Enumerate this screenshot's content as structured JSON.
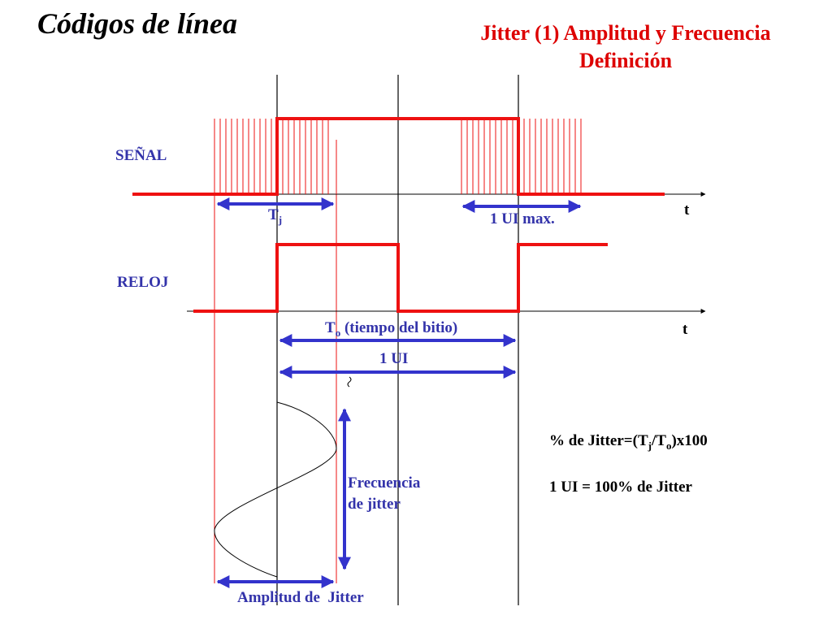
{
  "header": {
    "title": "Códigos de línea",
    "subtitle_line1": "Jitter (1)  Amplitud y Frecuencia",
    "subtitle_line2": "Definición"
  },
  "diagram": {
    "signal_label": "SEÑAL",
    "clock_label": "RELOJ",
    "time_axis_label": "t",
    "tj_main": "T",
    "tj_sub": "j",
    "ui_max_label": "1 UI max.",
    "to_main": "T",
    "to_sub": "o",
    "to_rest": " (tiempo del bitio)",
    "one_ui_label": "1 UI",
    "freq_line1": "Frecuencia",
    "freq_line2": "de jitter",
    "amplitude_label": "Amplitud de  Jitter"
  },
  "formulas": {
    "f1_a": "% de Jitter=(T",
    "f1_b": "j",
    "f1_c": "/T",
    "f1_d": "o",
    "f1_e": ")x100",
    "f2": "1 UI = 100% de Jitter"
  },
  "colors": {
    "signal": "#ee1111",
    "arrows": "#3333cc",
    "labels_blue": "#3333aa",
    "axis": "#000000"
  }
}
